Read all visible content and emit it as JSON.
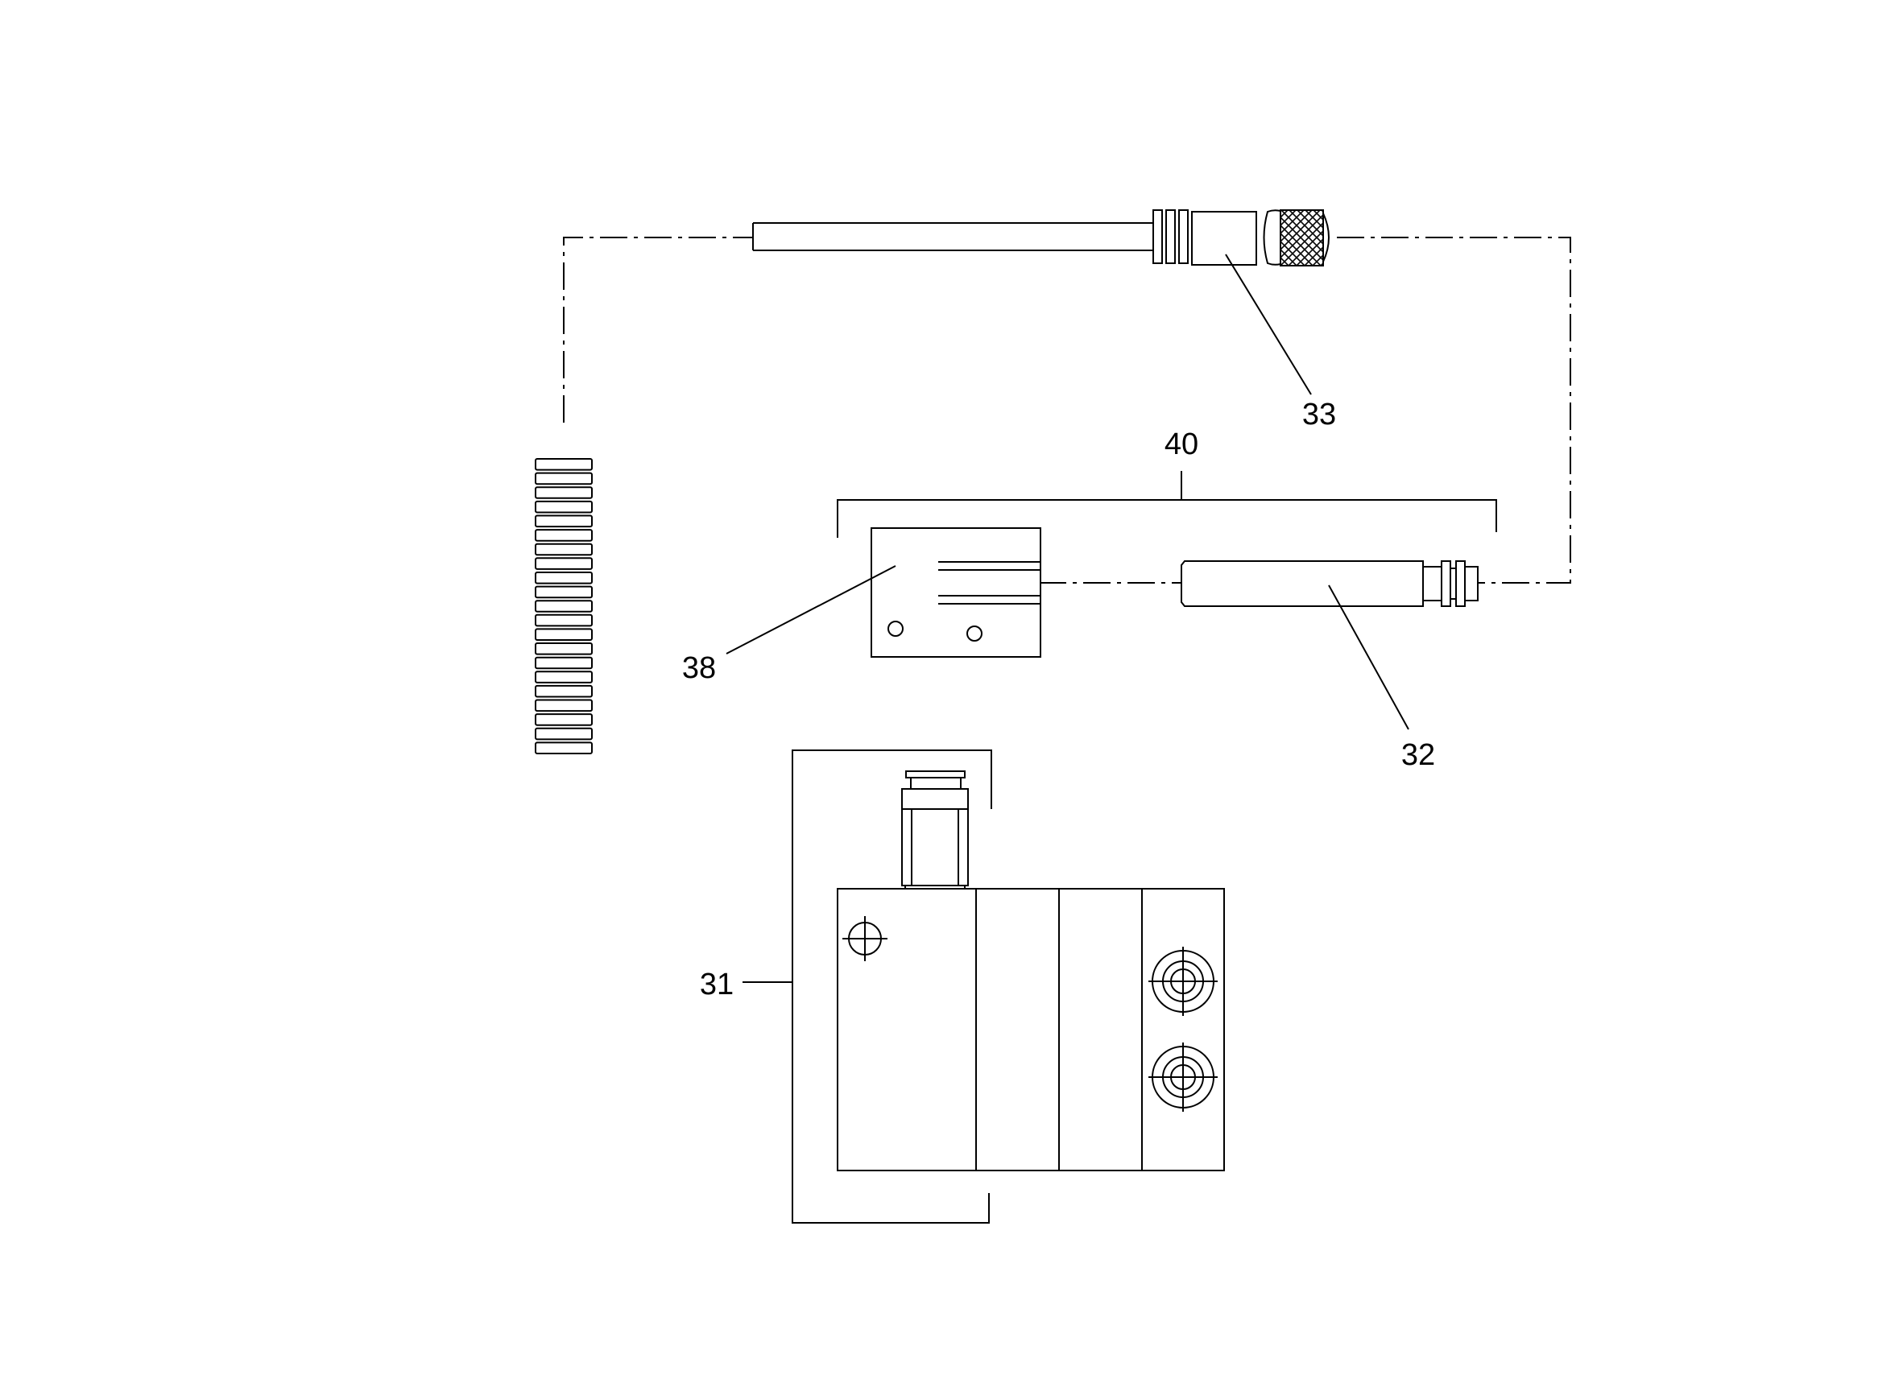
{
  "labels": {
    "part_31": "31",
    "part_32": "32",
    "part_33": "33",
    "part_38": "38",
    "part_40": "40"
  }
}
